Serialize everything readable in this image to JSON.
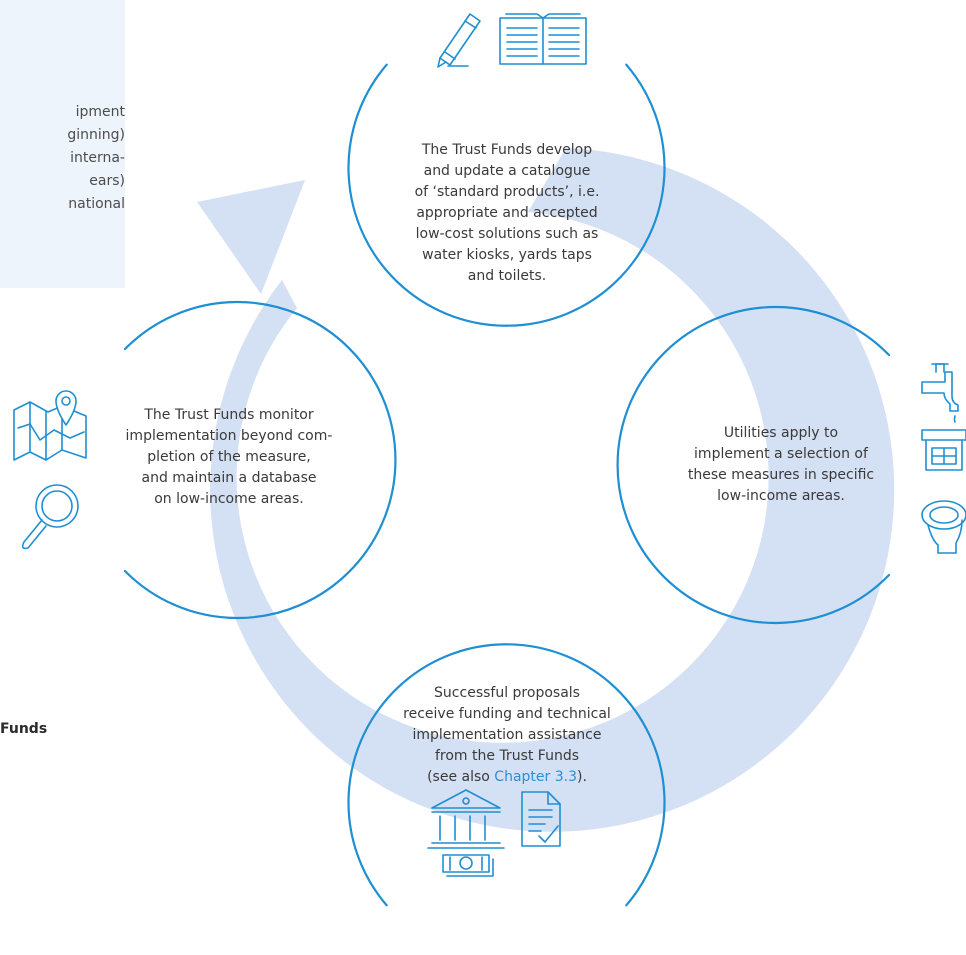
{
  "side_panel": {
    "lines": [
      "ipment",
      "ginning)",
      "interna-",
      "ears)",
      "national"
    ]
  },
  "funds_label": "Funds",
  "steps": [
    {
      "lines": [
        "The Trust Funds develop",
        "and update a catalogue",
        "of ‘standard products’, i.e.",
        "appropriate and accepted",
        "low-cost solutions such as",
        "water kiosks, yards taps",
        "and toilets."
      ],
      "icons": [
        "pencil-icon",
        "open-book-icon"
      ]
    },
    {
      "lines": [
        "Utilities apply to",
        "implement a selection of",
        "these measures in specific",
        "low-income areas."
      ],
      "icons": [
        "water-tap-icon",
        "water-kiosk-icon",
        "toilet-icon"
      ]
    },
    {
      "lines": [
        "Successful proposals",
        "receive funding and technical",
        "implementation assistance",
        "from the Trust Funds"
      ],
      "last_line_prefix": "(see also ",
      "link": "Chapter 3.3",
      "last_line_suffix": ").",
      "icons": [
        "bank-icon",
        "checked-document-icon",
        "banknotes-icon"
      ]
    },
    {
      "lines": [
        "The Trust Funds monitor",
        "implementation beyond com-",
        "pletion of the measure,",
        "and maintain a database",
        "on low-income areas."
      ],
      "icons": [
        "map-pin-icon",
        "magnifier-icon"
      ]
    }
  ],
  "colors": {
    "arrow_fill": "#d4e0f3",
    "circle_stroke": "#1f8fd3",
    "icon_stroke": "#1f8fd3",
    "link": "#2a8fd6"
  }
}
